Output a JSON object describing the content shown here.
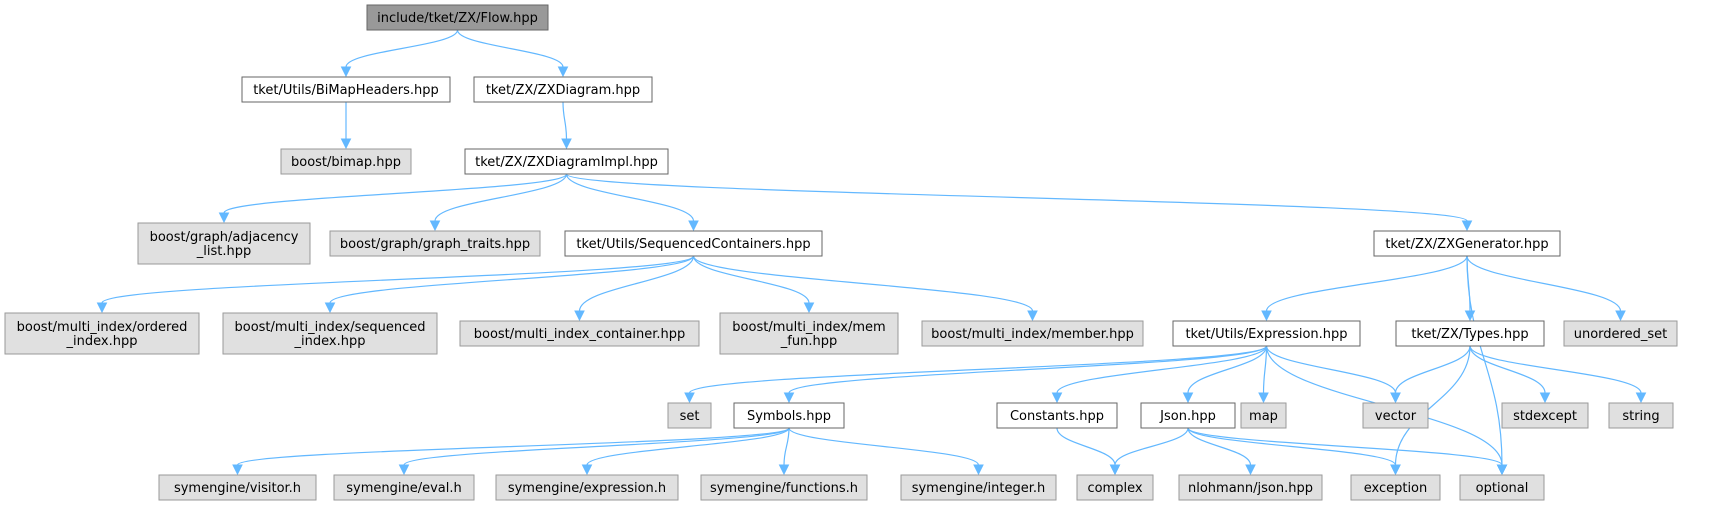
{
  "colors": {
    "root_fill": "#999999",
    "root_border": "#666666",
    "header_fill": "#ffffff",
    "header_border": "#666666",
    "external_fill": "#e0e0e0",
    "external_border": "#999999",
    "edge": "#63b8ff",
    "text": "#000000"
  },
  "nodes": [
    {
      "id": "flow",
      "lines": [
        "include/tket/ZX/Flow.hpp"
      ],
      "kind": "root"
    },
    {
      "id": "bimapheaders",
      "lines": [
        "tket/Utils/BiMapHeaders.hpp"
      ],
      "kind": "header"
    },
    {
      "id": "zxdiagram",
      "lines": [
        "tket/ZX/ZXDiagram.hpp"
      ],
      "kind": "header"
    },
    {
      "id": "bimap",
      "lines": [
        "boost/bimap.hpp"
      ],
      "kind": "external"
    },
    {
      "id": "zxdiagramimpl",
      "lines": [
        "tket/ZX/ZXDiagramImpl.hpp"
      ],
      "kind": "header"
    },
    {
      "id": "adjacency",
      "lines": [
        "boost/graph/adjacency",
        "_list.hpp"
      ],
      "kind": "external"
    },
    {
      "id": "graph_traits",
      "lines": [
        "boost/graph/graph_traits.hpp"
      ],
      "kind": "external"
    },
    {
      "id": "seqcontainers",
      "lines": [
        "tket/Utils/SequencedContainers.hpp"
      ],
      "kind": "header"
    },
    {
      "id": "zxgenerator",
      "lines": [
        "tket/ZX/ZXGenerator.hpp"
      ],
      "kind": "header"
    },
    {
      "id": "ordered_index",
      "lines": [
        "boost/multi_index/ordered",
        "_index.hpp"
      ],
      "kind": "external"
    },
    {
      "id": "sequenced_index",
      "lines": [
        "boost/multi_index/sequenced",
        "_index.hpp"
      ],
      "kind": "external"
    },
    {
      "id": "mic",
      "lines": [
        "boost/multi_index_container.hpp"
      ],
      "kind": "external"
    },
    {
      "id": "mem_fun",
      "lines": [
        "boost/multi_index/mem",
        "_fun.hpp"
      ],
      "kind": "external"
    },
    {
      "id": "member",
      "lines": [
        "boost/multi_index/member.hpp"
      ],
      "kind": "external"
    },
    {
      "id": "expression",
      "lines": [
        "tket/Utils/Expression.hpp"
      ],
      "kind": "header"
    },
    {
      "id": "types",
      "lines": [
        "tket/ZX/Types.hpp"
      ],
      "kind": "header"
    },
    {
      "id": "unordered_set",
      "lines": [
        "unordered_set"
      ],
      "kind": "external"
    },
    {
      "id": "set",
      "lines": [
        "set"
      ],
      "kind": "external"
    },
    {
      "id": "symbols",
      "lines": [
        "Symbols.hpp"
      ],
      "kind": "header"
    },
    {
      "id": "constants",
      "lines": [
        "Constants.hpp"
      ],
      "kind": "header"
    },
    {
      "id": "json",
      "lines": [
        "Json.hpp"
      ],
      "kind": "header"
    },
    {
      "id": "map",
      "lines": [
        "map"
      ],
      "kind": "external"
    },
    {
      "id": "vector",
      "lines": [
        "vector"
      ],
      "kind": "external"
    },
    {
      "id": "stdexcept",
      "lines": [
        "stdexcept"
      ],
      "kind": "external"
    },
    {
      "id": "string",
      "lines": [
        "string"
      ],
      "kind": "external"
    },
    {
      "id": "visitor",
      "lines": [
        "symengine/visitor.h"
      ],
      "kind": "external"
    },
    {
      "id": "eval",
      "lines": [
        "symengine/eval.h"
      ],
      "kind": "external"
    },
    {
      "id": "symexpression",
      "lines": [
        "symengine/expression.h"
      ],
      "kind": "external"
    },
    {
      "id": "functions",
      "lines": [
        "symengine/functions.h"
      ],
      "kind": "external"
    },
    {
      "id": "integer",
      "lines": [
        "symengine/integer.h"
      ],
      "kind": "external"
    },
    {
      "id": "complex",
      "lines": [
        "complex"
      ],
      "kind": "external"
    },
    {
      "id": "nlohmann",
      "lines": [
        "nlohmann/json.hpp"
      ],
      "kind": "external"
    },
    {
      "id": "exception",
      "lines": [
        "exception"
      ],
      "kind": "external"
    },
    {
      "id": "optional",
      "lines": [
        "optional"
      ],
      "kind": "external"
    }
  ],
  "edges": [
    [
      "flow",
      "bimapheaders"
    ],
    [
      "flow",
      "zxdiagram"
    ],
    [
      "bimapheaders",
      "bimap"
    ],
    [
      "zxdiagram",
      "zxdiagramimpl"
    ],
    [
      "zxdiagramimpl",
      "adjacency"
    ],
    [
      "zxdiagramimpl",
      "graph_traits"
    ],
    [
      "zxdiagramimpl",
      "seqcontainers"
    ],
    [
      "zxdiagramimpl",
      "zxgenerator"
    ],
    [
      "seqcontainers",
      "ordered_index"
    ],
    [
      "seqcontainers",
      "sequenced_index"
    ],
    [
      "seqcontainers",
      "mic"
    ],
    [
      "seqcontainers",
      "mem_fun"
    ],
    [
      "seqcontainers",
      "member"
    ],
    [
      "zxgenerator",
      "expression"
    ],
    [
      "zxgenerator",
      "types"
    ],
    [
      "zxgenerator",
      "unordered_set"
    ],
    [
      "zxgenerator",
      "optional"
    ],
    [
      "expression",
      "set"
    ],
    [
      "expression",
      "symbols"
    ],
    [
      "expression",
      "constants"
    ],
    [
      "expression",
      "json"
    ],
    [
      "expression",
      "map"
    ],
    [
      "expression",
      "vector"
    ],
    [
      "expression",
      "optional"
    ],
    [
      "types",
      "vector"
    ],
    [
      "types",
      "stdexcept"
    ],
    [
      "types",
      "string"
    ],
    [
      "types",
      "exception"
    ],
    [
      "symbols",
      "visitor"
    ],
    [
      "symbols",
      "eval"
    ],
    [
      "symbols",
      "symexpression"
    ],
    [
      "symbols",
      "functions"
    ],
    [
      "symbols",
      "integer"
    ],
    [
      "constants",
      "complex"
    ],
    [
      "json",
      "complex"
    ],
    [
      "json",
      "nlohmann"
    ],
    [
      "json",
      "exception"
    ],
    [
      "json",
      "optional"
    ]
  ]
}
